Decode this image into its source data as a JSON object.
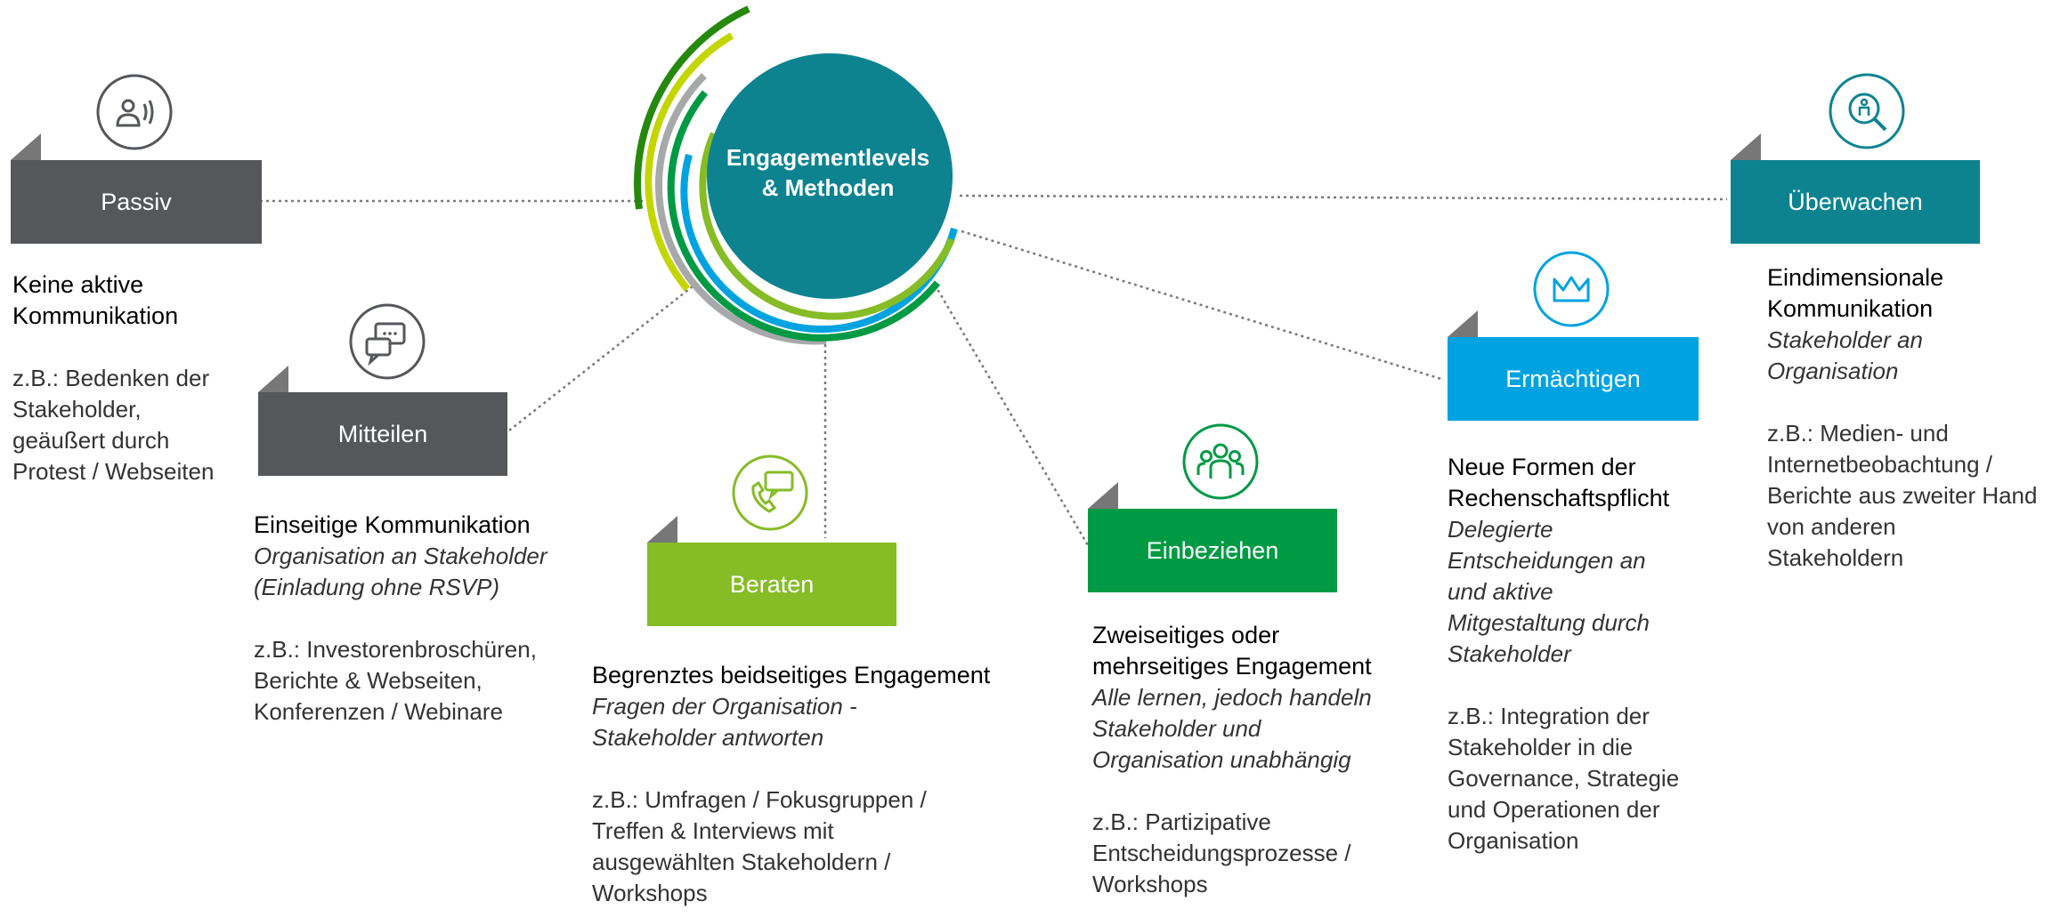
{
  "center": {
    "line1": "Engagementlevels",
    "line2": "& Methoden"
  },
  "colors": {
    "dark_gray": "#55575b",
    "light_gray": "#a7a8aa",
    "lime": "#86bc25",
    "yellow_green": "#c4d600",
    "green": "#009a44",
    "dark_green": "#26890d",
    "teal": "#0d8390",
    "blue": "#00a3e0"
  },
  "levels": [
    {
      "id": "passiv",
      "label": "Passiv",
      "icon": "speaking-person-icon",
      "color": "#55575b",
      "title_lines": [
        "Keine aktive",
        "Kommunikation"
      ],
      "sub_lines": [],
      "ex_lines": [
        "z.B.: Bedenken der",
        "Stakeholder,",
        "geäußert durch",
        "Protest / Webseiten"
      ]
    },
    {
      "id": "mitteilen",
      "label": "Mitteilen",
      "icon": "chat-bubbles-icon",
      "color": "#55575b",
      "title_lines": [
        "Einseitige Kommunikation"
      ],
      "sub_lines": [
        "Organisation an Stakeholder",
        "(Einladung ohne RSVP)"
      ],
      "ex_lines": [
        "z.B.: Investorenbroschüren,",
        "Berichte & Webseiten,",
        "Konferenzen / Webinare"
      ]
    },
    {
      "id": "beraten",
      "label": "Beraten",
      "icon": "phone-chat-icon",
      "color": "#86bc25",
      "title_lines": [
        "Begrenztes beidseitiges Engagement"
      ],
      "sub_lines": [
        "Fragen der Organisation -",
        "Stakeholder antworten"
      ],
      "ex_lines": [
        "z.B.: Umfragen / Fokusgruppen /",
        "Treffen & Interviews mit",
        "ausgewählten Stakeholdern /",
        "Workshops"
      ]
    },
    {
      "id": "einbeziehen",
      "label": "Einbeziehen",
      "icon": "group-icon",
      "color": "#009a44",
      "title_lines": [
        "Zweiseitiges oder",
        "mehrseitiges Engagement"
      ],
      "sub_lines": [
        "Alle lernen, jedoch handeln",
        "Stakeholder und",
        "Organisation unabhängig"
      ],
      "ex_lines": [
        "z.B.: Partizipative",
        "Entscheidungsprozesse /",
        "Workshops"
      ]
    },
    {
      "id": "ermaechtigen",
      "label": "Ermächtigen",
      "icon": "crown-icon",
      "color": "#00a3e0",
      "title_lines": [
        "Neue Formen der",
        "Rechenschaftspflicht"
      ],
      "sub_lines": [
        "Delegierte",
        "Entscheidungen an",
        "und aktive",
        "Mitgestaltung durch",
        "Stakeholder"
      ],
      "ex_lines": [
        "z.B.: Integration der",
        "Stakeholder in die",
        "Governance, Strategie",
        "und Operationen der",
        "Organisation"
      ]
    },
    {
      "id": "ueberwachen",
      "label": "Überwachen",
      "icon": "magnifier-person-icon",
      "color": "#0d8390",
      "title_lines": [
        "Eindimensionale",
        "Kommunikation"
      ],
      "sub_lines": [
        "Stakeholder an",
        "Organisation"
      ],
      "ex_lines": [
        "z.B.: Medien- und",
        "Internetbeobachtung /",
        "Berichte aus zweiter Hand",
        "von anderen",
        "Stakeholdern"
      ]
    }
  ]
}
